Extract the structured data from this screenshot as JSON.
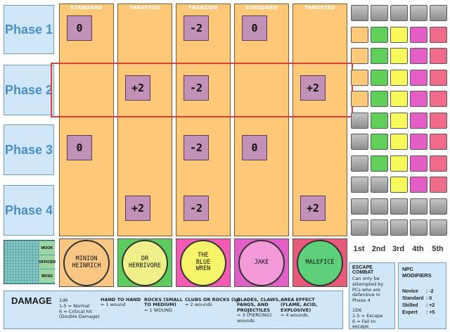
{
  "phases": [
    "Phase 1",
    "Phase 2",
    "Phase 3",
    "Phase 4"
  ],
  "columns": [
    {
      "header": "STANDARD",
      "mods": [
        "0",
        "",
        "0",
        ""
      ]
    },
    {
      "header": "TARGETED",
      "mods": [
        "",
        "+2",
        "",
        "+2"
      ]
    },
    {
      "header": "FRENZIED",
      "mods": [
        "-2",
        "-2",
        "-2",
        "-2"
      ]
    },
    {
      "header": "STANDARD",
      "mods": [
        "0",
        "",
        "0",
        ""
      ]
    },
    {
      "header": "TARGETED",
      "mods": [
        "",
        "+2",
        "",
        "+2"
      ]
    }
  ],
  "tokens": [
    {
      "name": "MINION HEINRICH",
      "line1": "MINION",
      "line2": "HEINRICH",
      "line3": "",
      "bg": "#f9c783",
      "tile": "#f9c783"
    },
    {
      "name": "DR HERBIVORE",
      "line1": "DR",
      "line2": "HERBIVORE",
      "line3": "",
      "bg": "#eff08a",
      "tile": "#5ecb5e"
    },
    {
      "name": "THE BLUE WREN",
      "line1": "THE",
      "line2": "BLUE",
      "line3": "WREN",
      "bg": "#f7f46a",
      "tile": "#f55bb5"
    },
    {
      "name": "JAKE",
      "line1": "JAKE",
      "line2": "",
      "line3": "",
      "bg": "#f59ad9",
      "tile": "#e060c8"
    },
    {
      "name": "MALEFICE",
      "line1": "MALEFICE",
      "line2": "",
      "line3": "",
      "bg": "#5ed07a",
      "tile": "#e85a7a"
    }
  ],
  "grid_labels": {
    "mook": "MOOK",
    "officer": "OFFICER",
    "boss": "BOSS"
  },
  "ranks": [
    "1st",
    "2nd",
    "3rd",
    "4th",
    "5th"
  ],
  "track_colors": {
    "gray": "#a8a8a8",
    "orange": "#fdc978",
    "green": "#60cf5a",
    "yellow": "#f7f85a",
    "magenta": "#e55ec6",
    "pink": "#f06a8a"
  },
  "track_rows": [
    [
      "gray",
      "gray",
      "gray",
      "gray",
      "gray"
    ],
    [
      "orange",
      "green",
      "yellow",
      "magenta",
      "pink"
    ],
    [
      "orange",
      "green",
      "yellow",
      "magenta",
      "pink"
    ],
    [
      "orange",
      "green",
      "yellow",
      "magenta",
      "pink"
    ],
    [
      "orange",
      "green",
      "yellow",
      "magenta",
      "pink"
    ],
    [
      "gray",
      "green",
      "yellow",
      "magenta",
      "pink"
    ],
    [
      "gray",
      "green",
      "yellow",
      "magenta",
      "pink"
    ],
    [
      "gray",
      "green",
      "yellow",
      "magenta",
      "pink"
    ],
    [
      "gray",
      "gray",
      "yellow",
      "magenta",
      "pink"
    ],
    [
      "gray",
      "gray",
      "gray",
      "gray",
      "gray"
    ],
    [
      "gray",
      "gray",
      "gray",
      "gray",
      "gray"
    ]
  ],
  "damage": {
    "title": "DAMAGE",
    "d1": "1d6",
    "d2": "1-5 = Normal",
    "d3": "6 = Critical hit",
    "d4": "(Double Damage)",
    "items": [
      {
        "h1": "HAND TO HAND",
        "h2": "",
        "h3": "",
        "v1": "= 1 wound",
        "v2": ""
      },
      {
        "h1": "ROCKS (SMALL",
        "h2": "TO MEDIUM)",
        "h3": "",
        "v1": "= 1 WOUND",
        "v2": ""
      },
      {
        "h1": "CLUBS OR ROCKS (lg)",
        "h2": "",
        "h3": "",
        "v1": "= 2 wounds",
        "v2": ""
      },
      {
        "h1": "BLADES, CLAWS,",
        "h2": "FANGS, AND",
        "h3": "PROJECTILES",
        "v1": "= 3 (PIERCING)",
        "v2": "wounds"
      },
      {
        "h1": "AREA EFFECT",
        "h2": "(FLAME, ACID,",
        "h3": "EXPLOSIVE)",
        "v1": "= 4 wounds.",
        "v2": ""
      }
    ]
  },
  "escape": {
    "title": "ESCAPE COMBAT",
    "l1": "Can only be",
    "l2": "attempted by",
    "l3": "PCs who are",
    "l4": "defensive in",
    "l5": "Phase 4",
    "r1": "1D6",
    "r2": "1-5 = Escape",
    "r3": "6 = Fail to escape."
  },
  "npc": {
    "title": "NPC MODIFIERS",
    "rows": [
      {
        "label": "Novice",
        "value": ": -2"
      },
      {
        "label": "Standard",
        "value": ": 0"
      },
      {
        "label": "Skilled",
        "value": ": +2"
      },
      {
        "label": "Expert",
        "value": ": +5"
      }
    ]
  }
}
